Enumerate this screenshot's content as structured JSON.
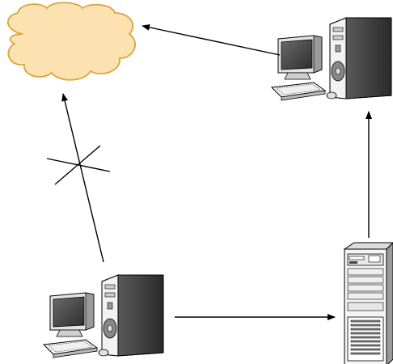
{
  "diagram": {
    "nodes": [
      {
        "id": "internet",
        "kind": "cloud",
        "label": ""
      },
      {
        "id": "remote-pc",
        "kind": "desktop-computer",
        "label": ""
      },
      {
        "id": "local-pc",
        "kind": "desktop-computer",
        "label": ""
      },
      {
        "id": "server",
        "kind": "tower-server",
        "label": ""
      }
    ],
    "edges": [
      {
        "from": "remote-pc",
        "to": "internet",
        "blocked": false
      },
      {
        "from": "local-pc",
        "to": "internet",
        "blocked": true
      },
      {
        "from": "local-pc",
        "to": "server",
        "blocked": false
      },
      {
        "from": "server",
        "to": "remote-pc",
        "blocked": false
      }
    ],
    "colors": {
      "cloud_fill": "#FCE2B0",
      "cloud_stroke": "#D9A53F",
      "line": "#000000",
      "case_light": "#F4F4F4",
      "case_dark": "#3A3A3A",
      "screen": "#4A4A4A"
    },
    "icons": {
      "cloud": "cloud-icon",
      "computer": "desktop-computer-icon",
      "server": "tower-server-icon",
      "block": "cross-mark-icon"
    }
  }
}
